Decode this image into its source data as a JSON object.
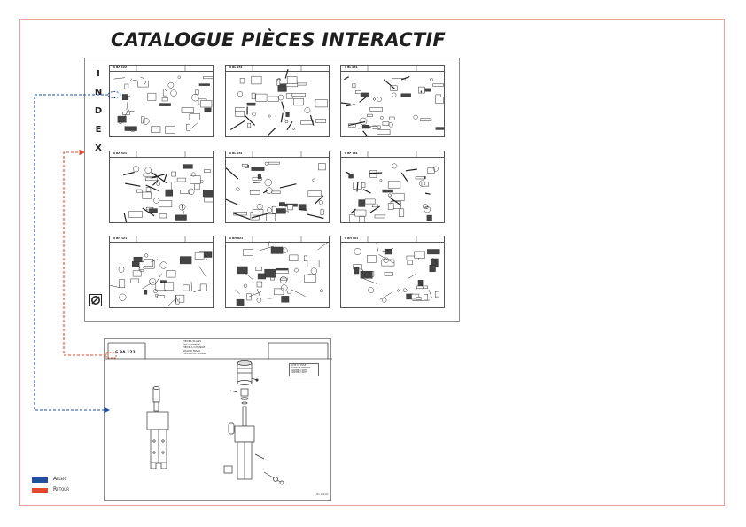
{
  "title": "CATALOGUE PIÈCES INTERACTIF",
  "index": {
    "letters": [
      "I",
      "N",
      "D",
      "E",
      "X"
    ],
    "thumbnails": [
      {
        "ref": "6 BA 122"
      },
      {
        "ref": "6 BL 031"
      },
      {
        "ref": "6 BL 031"
      },
      {
        "ref": "6 BA 321"
      },
      {
        "ref": "6 BL 031"
      },
      {
        "ref": "6 BF 761"
      },
      {
        "ref": "6 BH 121"
      },
      {
        "ref": "6 BH 021"
      },
      {
        "ref": "6 BH 001"
      }
    ]
  },
  "detail": {
    "ref": "6 BA 122",
    "titles": [
      "PIÈCES PLANS",
      "ERSATZTEILE",
      "PIÈCE A CHANGE",
      "GRAND MANI",
      "PIÈCES DE RANGE"
    ],
    "note": [
      "NOTE DE POSE",
      "MONTAGE HINWEIS",
      "ASSEMBLY NOTE",
      "ASSEMBLY NOTE"
    ],
    "foot": "6 BA 122/00"
  },
  "legend": {
    "items": [
      {
        "label": "Aller",
        "color": "#1f4f9e"
      },
      {
        "label": "Retour",
        "color": "#e44b2e"
      }
    ]
  },
  "colors": {
    "frame": "#e8a09a",
    "aller": "#1f4f9e",
    "retour": "#e44b2e"
  }
}
